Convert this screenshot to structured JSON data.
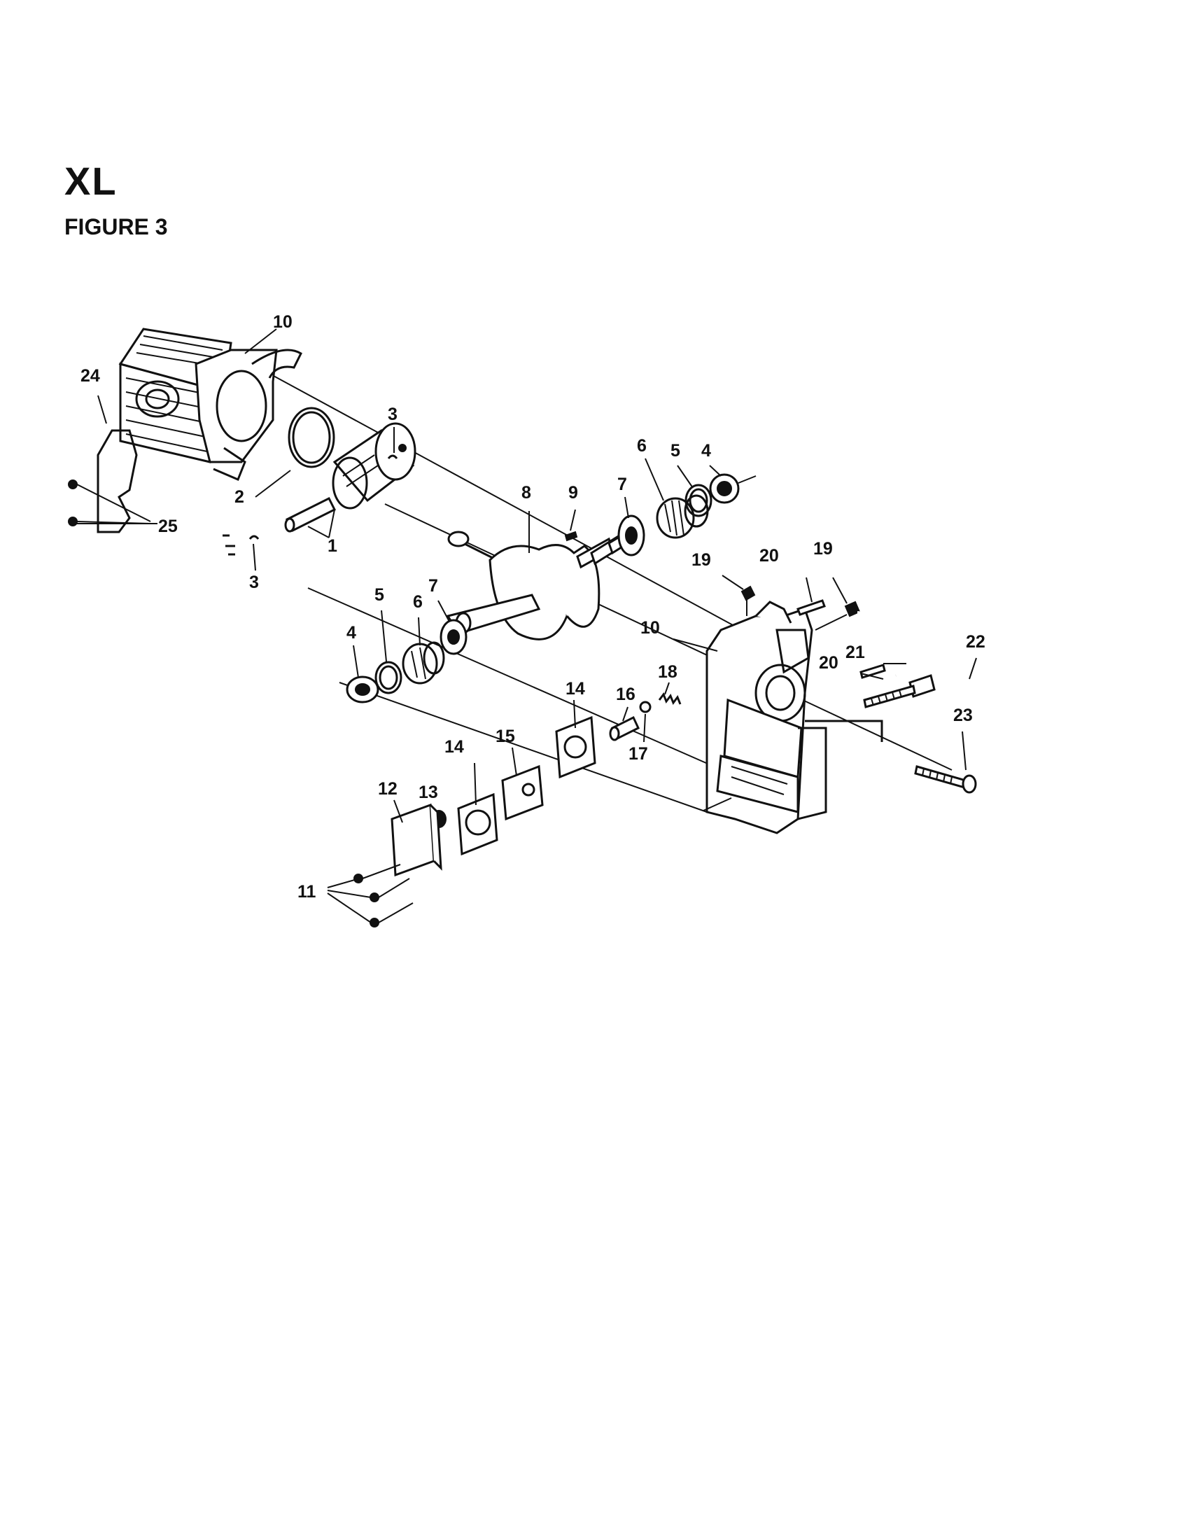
{
  "header": {
    "title": "XL",
    "subtitle": "FIGURE 3"
  },
  "callouts": [
    {
      "id": "c10a",
      "text": "10"
    },
    {
      "id": "c24",
      "text": "24"
    },
    {
      "id": "c25",
      "text": "25"
    },
    {
      "id": "c2",
      "text": "2"
    },
    {
      "id": "c1",
      "text": "1"
    },
    {
      "id": "c3a",
      "text": "3"
    },
    {
      "id": "c3b",
      "text": "3"
    },
    {
      "id": "c8",
      "text": "8"
    },
    {
      "id": "c9",
      "text": "9"
    },
    {
      "id": "c7a",
      "text": "7"
    },
    {
      "id": "c6a",
      "text": "6"
    },
    {
      "id": "c5a",
      "text": "5"
    },
    {
      "id": "c4a",
      "text": "4"
    },
    {
      "id": "c5b",
      "text": "5"
    },
    {
      "id": "c6b",
      "text": "6"
    },
    {
      "id": "c7b",
      "text": "7"
    },
    {
      "id": "c4b",
      "text": "4"
    },
    {
      "id": "c19a",
      "text": "19"
    },
    {
      "id": "c20a",
      "text": "20"
    },
    {
      "id": "c19b",
      "text": "19"
    },
    {
      "id": "c10b",
      "text": "10"
    },
    {
      "id": "c21",
      "text": "21"
    },
    {
      "id": "c20b",
      "text": "20"
    },
    {
      "id": "c22",
      "text": "22"
    },
    {
      "id": "c23",
      "text": "23"
    },
    {
      "id": "c14a",
      "text": "14"
    },
    {
      "id": "c16",
      "text": "16"
    },
    {
      "id": "c18",
      "text": "18"
    },
    {
      "id": "c17",
      "text": "17"
    },
    {
      "id": "c14b",
      "text": "14"
    },
    {
      "id": "c15",
      "text": "15"
    },
    {
      "id": "c12",
      "text": "12"
    },
    {
      "id": "c13",
      "text": "13"
    },
    {
      "id": "c11",
      "text": "11"
    }
  ]
}
